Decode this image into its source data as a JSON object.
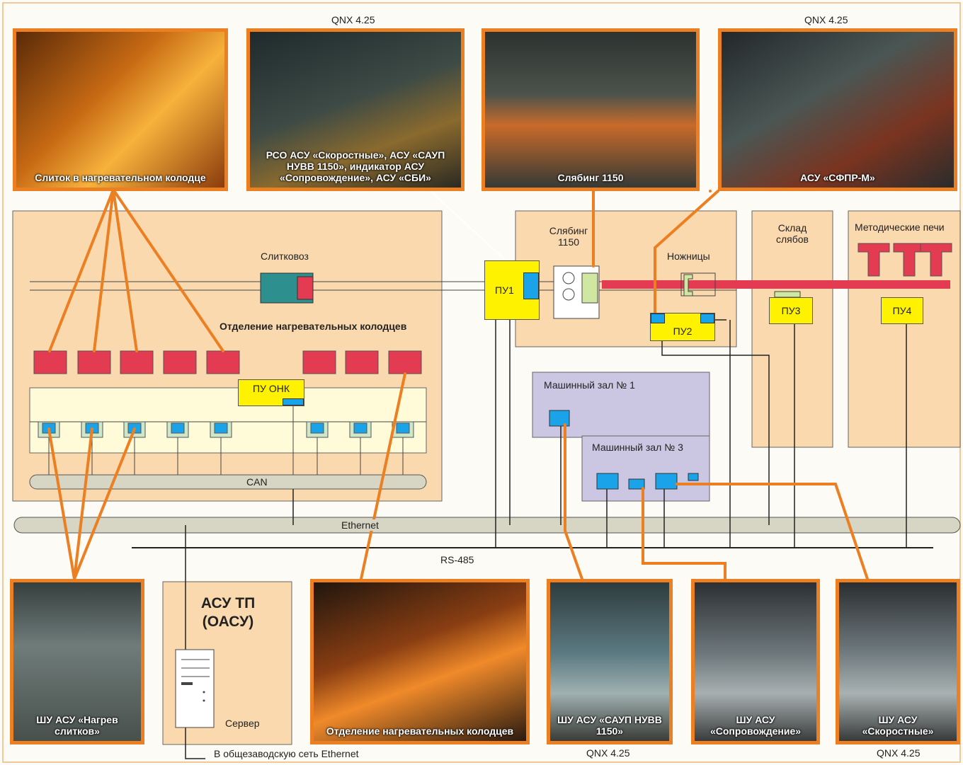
{
  "photos": {
    "ingot": "Слиток в нагревательном колодце",
    "pco": "РСО АСУ «Скоростные», АСУ «САУП НУВВ 1150», индикатор АСУ «Сопровождение», АСУ «СБИ»",
    "slabbing": "Слябинг 1150",
    "sfpr": "АСУ «СФПР-М»",
    "nagrev": "ШУ АСУ «Нагрев слитков»",
    "dept": "Отделение нагревательных колодцев",
    "saup": "ШУ АСУ «САУП НУВВ 1150»",
    "soprov": "ШУ АСУ «Сопровождение»",
    "skor": "ШУ АСУ «Скоростные»"
  },
  "qnx": "QNX 4.25",
  "labels": {
    "slitkovoz": "Слитковоз",
    "dept_title": "Отделение нагревательных колодцев",
    "slabbing_zone": "Слябинг 1150",
    "nozhnitsy": "Ножницы",
    "sklad": "Склад слябов",
    "pechi": "Методические печи",
    "mz1": "Машинный зал № 1",
    "mz3": "Машинный зал № 3",
    "can": "CAN",
    "ethernet": "Ethernet",
    "rs485": "RS-485",
    "asutp": "АСУ ТП (ОАСУ)",
    "server": "Сервер",
    "factory_net": "В общезаводскую сеть Ethernet"
  },
  "pu": {
    "pu1": "ПУ1",
    "pu2": "ПУ2",
    "pu3": "ПУ3",
    "pu4": "ПУ4",
    "onk": "ПУ ОНК"
  },
  "colors": {
    "orange": "#ec7f22",
    "zone": "#fbd9ae",
    "red": "#e23b52",
    "cyan": "#1aa3e8",
    "yellow": "#fff200",
    "lavender": "#cbc7e3",
    "bus": "#d7d5c3",
    "teal": "#2d8f8e"
  }
}
